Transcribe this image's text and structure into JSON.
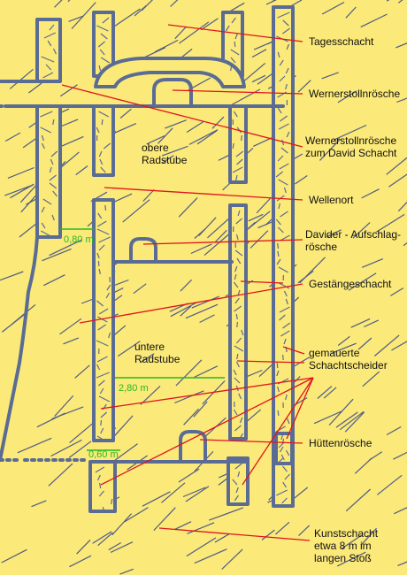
{
  "labels": {
    "tagesschacht": "Tagesschacht",
    "wernerstollnroesche": "Wernerstollnrösche",
    "wernerstollnroesche_david_1": "Wernerstollnrösche",
    "wernerstollnroesche_david_2": "zum David Schacht",
    "wellenort": "Wellenort",
    "davider_1": "Davider - Aufschlag-",
    "davider_2": "rösche",
    "gestaengeschacht": "Gestängeschacht",
    "schachtscheider_1": "gemauerte",
    "schachtscheider_2": "Schachtscheider",
    "huettenroesche": "Hüttenrösche",
    "kunstschacht_1": "Kunstschacht",
    "kunstschacht_2": "etwa 8 m im",
    "kunstschacht_3": "langen Stoß",
    "obere_radstube_1": "obere",
    "obere_radstube_2": "Radstube",
    "untere_radstube_1": "untere",
    "untere_radstube_2": "Radstube"
  },
  "measurements": {
    "m080": "0,80 m",
    "m280": "2,80 m",
    "m060": "0,60 m"
  },
  "colors": {
    "background": "#fbe979",
    "masonry": "#5b6c94",
    "leader": "#e0141e",
    "hatch": "#4f5c86",
    "dimension": "#22bb22"
  }
}
